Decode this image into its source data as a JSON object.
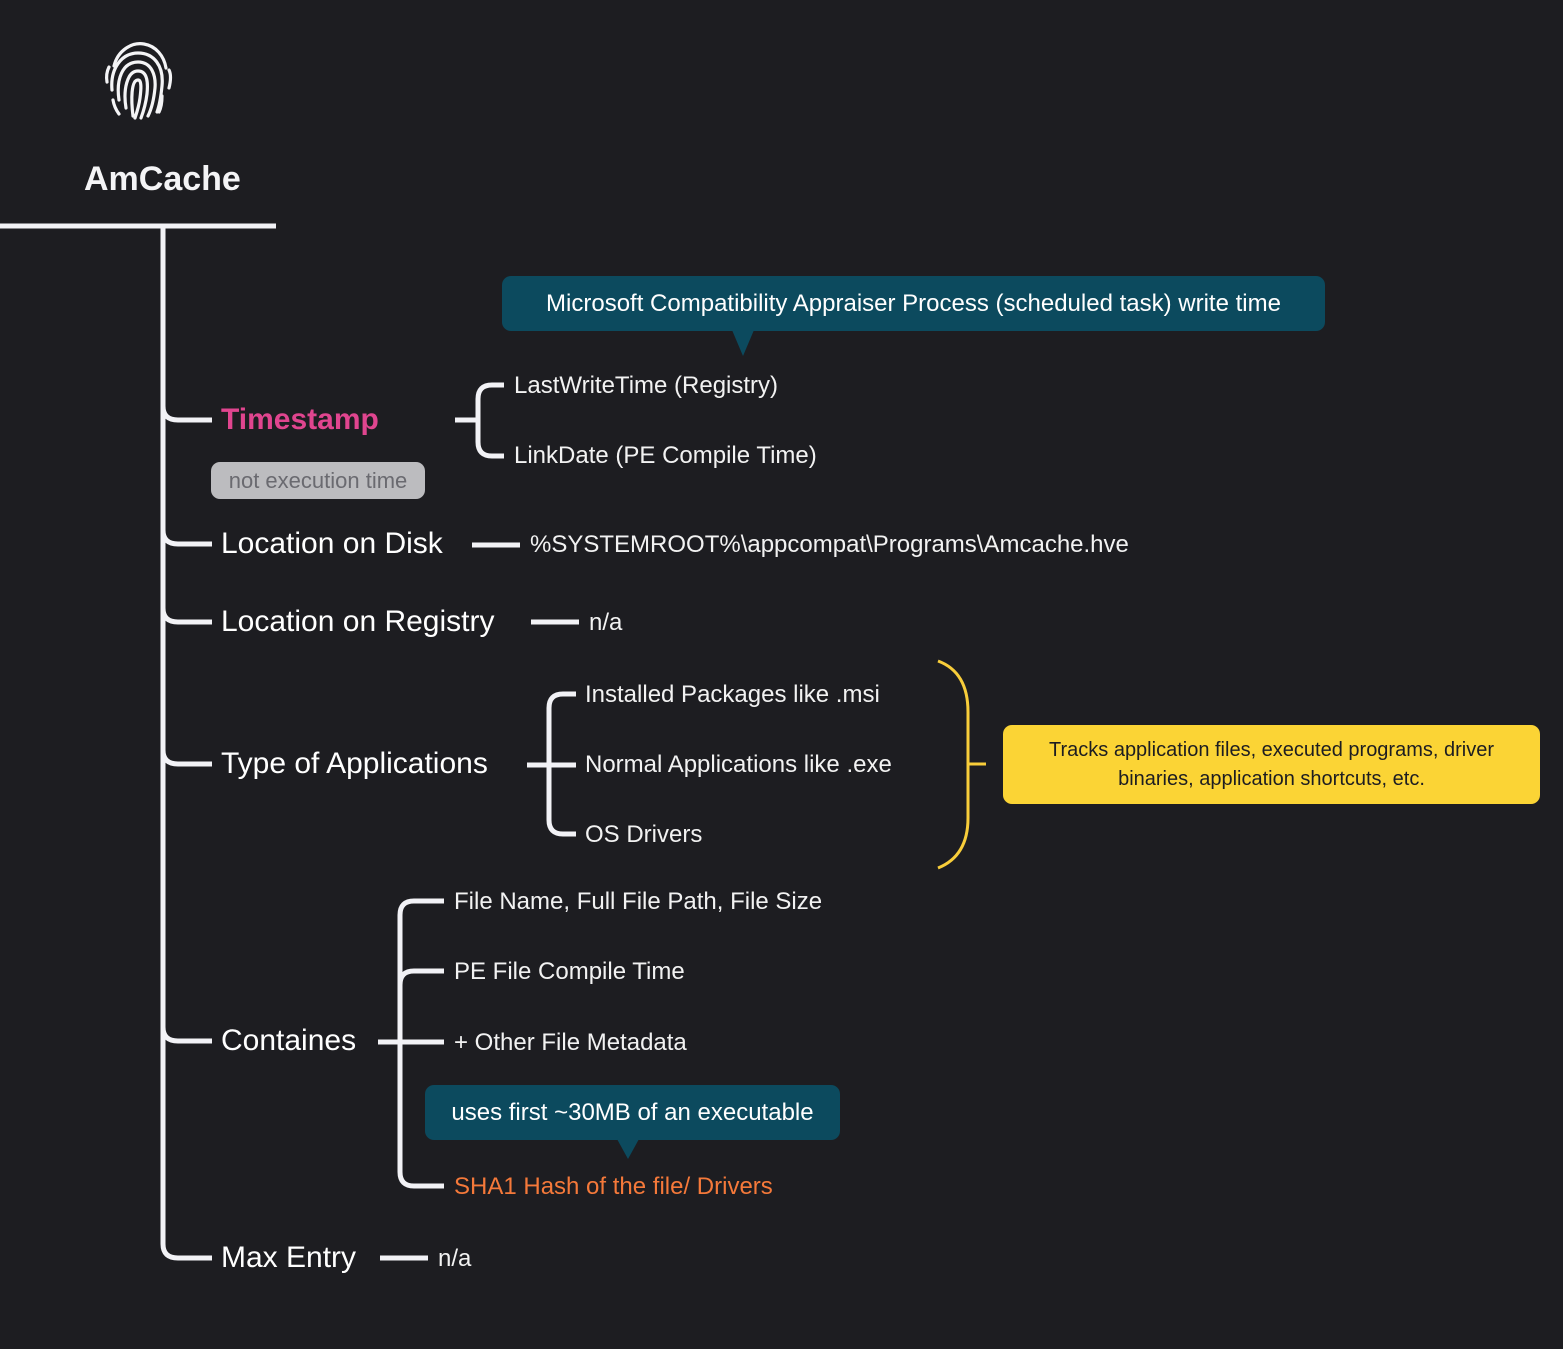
{
  "root": {
    "title": "AmCache",
    "icon": "fingerprint-icon"
  },
  "branches": {
    "timestamp": {
      "label": "Timestamp",
      "note": "not execution time",
      "items": [
        "LastWriteTime (Registry)",
        "LinkDate (PE Compile Time)"
      ],
      "callout": "Microsoft Compatibility Appraiser Process (scheduled task) write time"
    },
    "location_disk": {
      "label": "Location on Disk",
      "value": "%SYSTEMROOT%\\appcompat\\Programs\\Amcache.hve"
    },
    "location_registry": {
      "label": "Location on Registry",
      "value": "n/a"
    },
    "type_applications": {
      "label": "Type of Applications",
      "items": [
        "Installed Packages like .msi",
        "Normal Applications like .exe",
        "OS Drivers"
      ],
      "summary": "Tracks application files, executed programs, driver\nbinaries, application shortcuts, etc."
    },
    "containes": {
      "label": "Containes",
      "items": [
        "File Name, Full File Path, File Size",
        "PE File Compile Time",
        "+ Other File Metadata",
        "SHA1 Hash of the file/ Drivers"
      ],
      "callout": "uses first ~30MB of an executable"
    },
    "max_entry": {
      "label": "Max Entry",
      "value": "n/a"
    }
  },
  "colors": {
    "background": "#1d1d21",
    "connector": "#f2f2f6",
    "timestamp_label": "#e0458f",
    "teal_callout": "#0c4a5e",
    "yellow_callout": "#fbd435",
    "yellow_bracket": "#f8cd3a",
    "sha1_text": "#f5793a",
    "grey_tag": "#bcbcbf"
  }
}
